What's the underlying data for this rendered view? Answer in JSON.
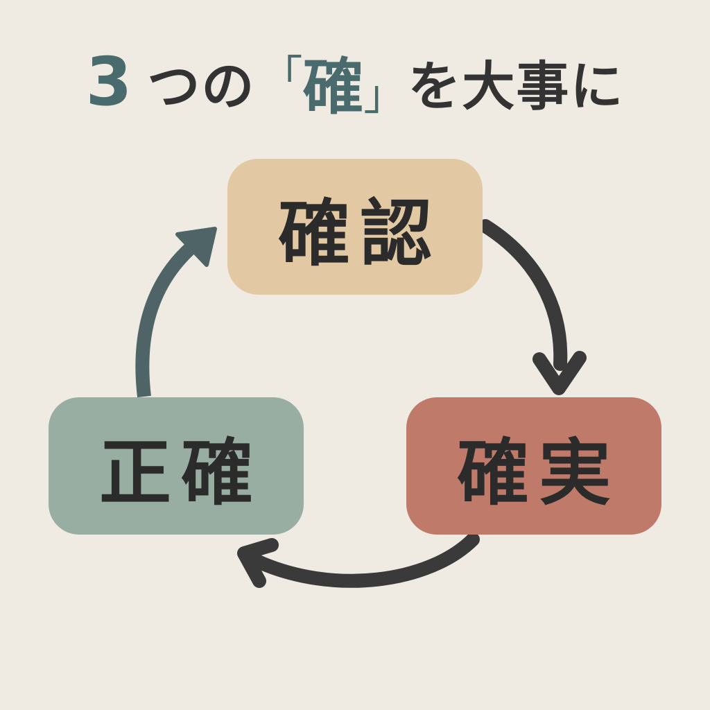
{
  "title": {
    "number": "3",
    "before": "つの",
    "bracket_open": "「",
    "keyword": "確",
    "bracket_close": "」",
    "after": "を大事に"
  },
  "nodes": {
    "top": {
      "label": "確認",
      "color": "#e3c9a3"
    },
    "right": {
      "label": "確実",
      "color": "#bf7a6a"
    },
    "left": {
      "label": "正確",
      "color": "#98aea2"
    }
  },
  "colors": {
    "background": "#f0ebe2",
    "text": "#333333",
    "accent": "#4a6b6e",
    "arrow_dark": "#3a3a3a",
    "arrow_accent": "#4f6466"
  },
  "arrows": [
    {
      "from": "確認",
      "to": "確実",
      "color": "#3a3a3a"
    },
    {
      "from": "確実",
      "to": "正確",
      "color": "#3a3a3a"
    },
    {
      "from": "正確",
      "to": "確認",
      "color": "#4f6466"
    }
  ]
}
